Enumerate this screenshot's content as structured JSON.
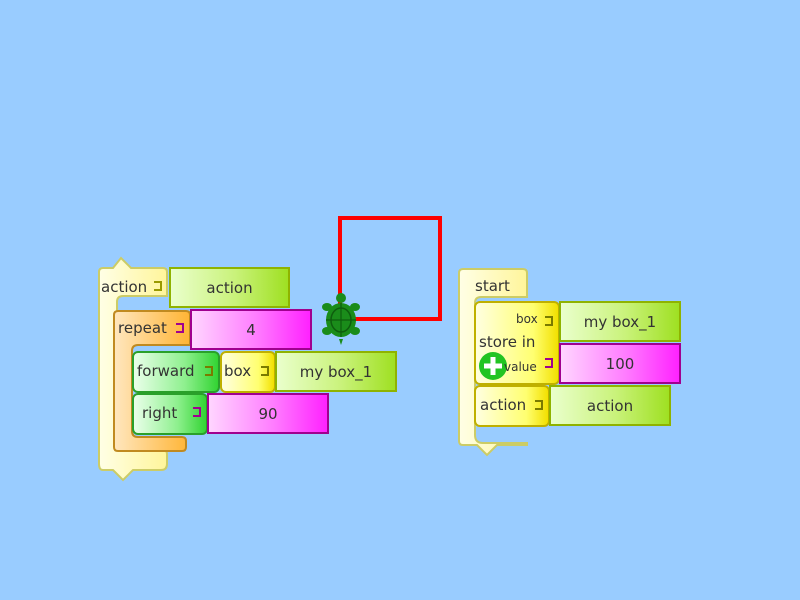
{
  "colors": {
    "canvas": "#99ccff",
    "turtle_path": "#ff0000",
    "turtle": "#1a8c1a",
    "action_block": "#ffffc0",
    "repeat_block": "#ffc060",
    "forward_block": "#66ee66",
    "box_block": "#ffff66",
    "text_arg": "#c9f27a",
    "number_arg": "#ff66ff"
  },
  "stack_left": {
    "action_label": "action",
    "action_name": "action",
    "repeat_label": "repeat",
    "repeat_count": "4",
    "forward_label": "forward",
    "box_label": "box",
    "box_name": "my box_1",
    "right_label": "right",
    "right_angle": "90"
  },
  "stack_right": {
    "start_label": "start",
    "box_sub_label": "box",
    "box_name": "my box_1",
    "store_label": "store in",
    "value_sub_label": "value",
    "value": "100",
    "action_label": "action",
    "action_name": "action"
  },
  "icons": {
    "turtle": "turtle-icon",
    "expand": "plus-icon"
  }
}
